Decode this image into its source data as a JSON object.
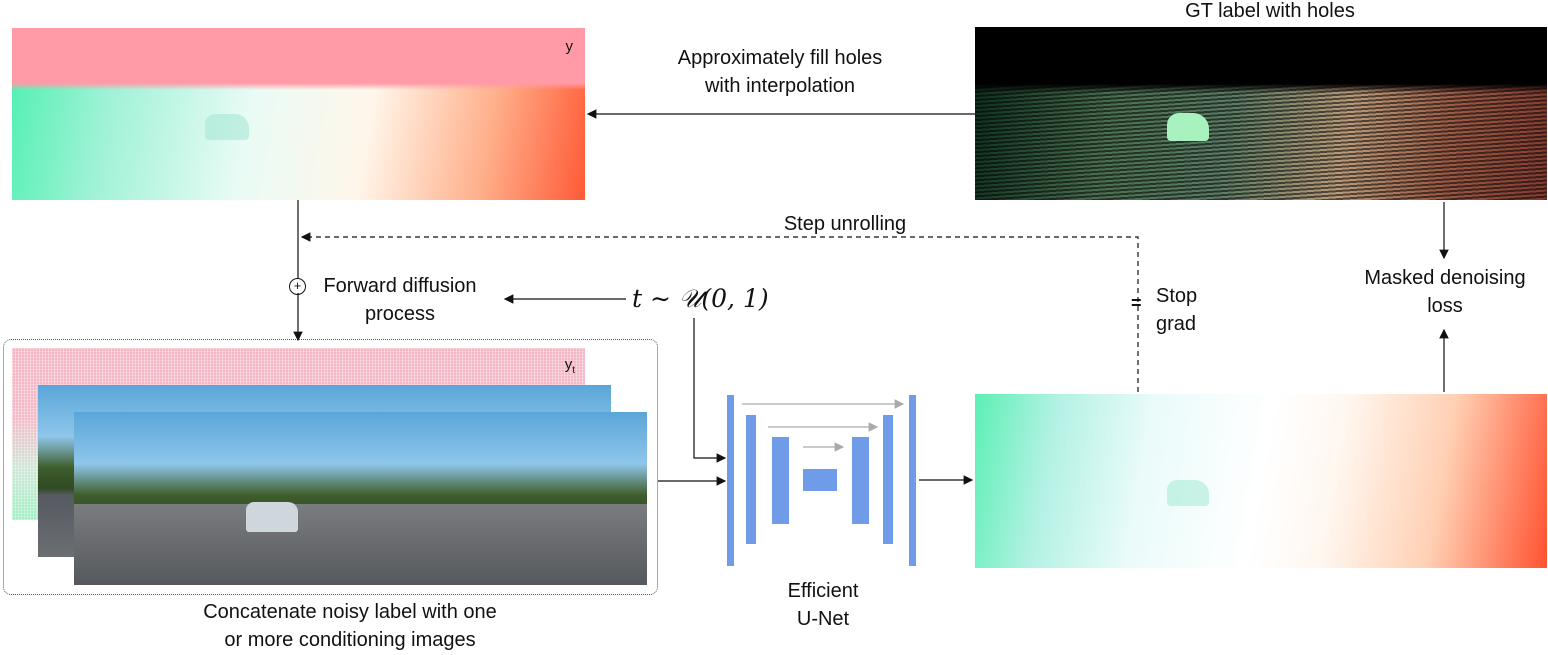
{
  "labels": {
    "gt_title": "GT label with holes",
    "fill_holes": "Approximately fill holes\nwith interpolation",
    "step_unrolling": "Step unrolling",
    "forward_diffusion": "Forward diffusion\nprocess",
    "plus_symbol": "+",
    "time_sampling": "t ∼ 𝒰(0, 1)",
    "stop_grad": "Stop\ngrad",
    "stop_grad_symbol": "=",
    "masked_loss": "Masked denoising\nloss",
    "unet": "Efficient\nU-Net",
    "concat": "Concatenate noisy label with one\nor more conditioning images",
    "y_tag": "y",
    "yt_tag": "y",
    "yt_sub": "t"
  },
  "colors": {
    "unet_blue": "#6f9be8",
    "arrow": "#111111"
  }
}
